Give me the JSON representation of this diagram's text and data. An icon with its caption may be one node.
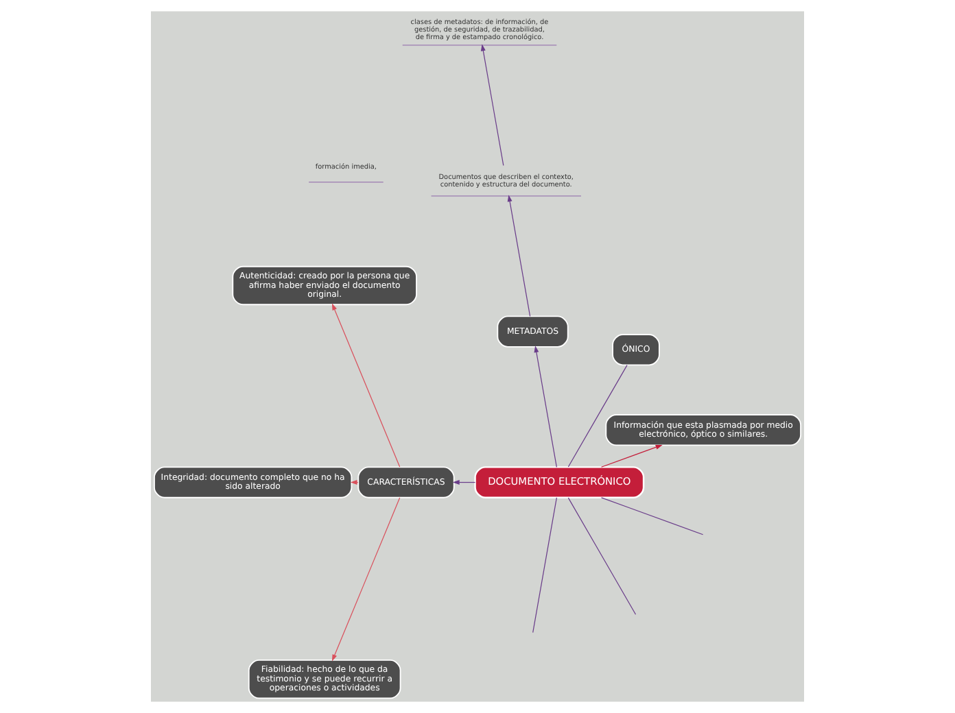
{
  "diagram": {
    "nodes": [
      {
        "text": [
          "DOCUMENTO ELECTRÓNICO"
        ]
      },
      {
        "text": [
          "Información que esta plasmada por medio electrónico, óptico o similares."
        ]
      },
      {
        "text": [
          "ÓNICO"
        ]
      },
      {
        "text": [
          "formación imedia,"
        ]
      },
      {
        "text": [
          "METADATOS"
        ]
      },
      {
        "text": [
          "Documentos que describen el contexto, contenido y estructura del documento."
        ]
      },
      {
        "text": [
          "clases de metadatos: de información, de gestión, de seguridad, de trazabilidad, de firma y de estampado cronológico."
        ]
      },
      {
        "text": [
          "CARACTERÍSTICAS"
        ]
      },
      {
        "text": [
          "Autenticidad: creado por la persona que afirma haber enviado el documento original."
        ]
      },
      {
        "text": [
          "Integridad: documento completo que no ha sido alterado"
        ]
      },
      {
        "text": [
          "Fiabilidad: hecho de lo que da testimonio y se puede recurrir a operaciones o actividades"
        ]
      }
    ],
    "edges": [
      {
        "from": 0,
        "to": 1,
        "arrow": "to",
        "color": "#c41e3a"
      },
      {
        "from": 0,
        "to": 2,
        "arrow": "none"
      },
      {
        "from": 0,
        "to": 4,
        "arrow": "to"
      },
      {
        "from": 4,
        "to": 5,
        "arrow": "to"
      },
      {
        "from": 5,
        "to": 6,
        "arrow": "to"
      },
      {
        "from": 0,
        "to": null,
        "arrow": "none"
      },
      {
        "from": 0,
        "to": null,
        "arrow": "none"
      },
      {
        "from": 0,
        "to": null,
        "arrow": "none"
      },
      {
        "from": 0,
        "to": 7,
        "arrow": "to"
      },
      {
        "from": 7,
        "to": 8,
        "arrow": "to",
        "color": "#d9505c"
      },
      {
        "from": 7,
        "to": 9,
        "arrow": "to",
        "color": "#d9505c"
      },
      {
        "from": 7,
        "to": 10,
        "arrow": "to",
        "color": "#d9505c"
      }
    ]
  }
}
